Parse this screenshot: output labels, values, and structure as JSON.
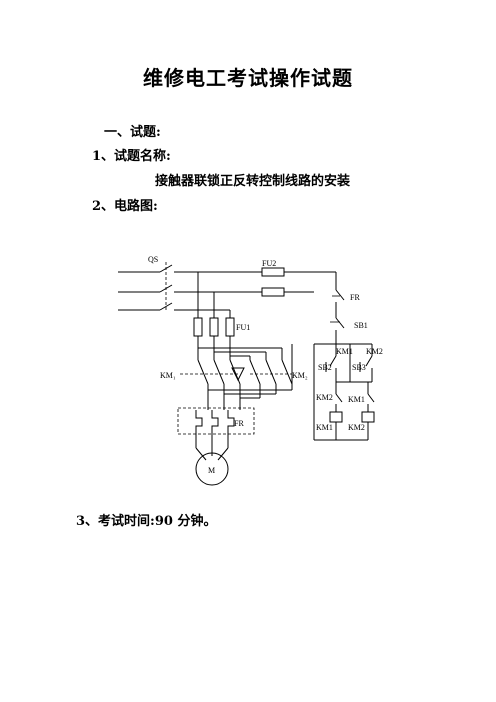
{
  "document": {
    "title": "维修电工考试操作试题",
    "section1": "一、试题:",
    "item1_label": "1、试题名称:",
    "item1_value": "接触器联锁正反转控制线路的安装",
    "item2_label": "2、电路图:",
    "item3": "3、考试时间:90 分钟。"
  },
  "diagram": {
    "labels": {
      "qs": "QS",
      "fu2": "FU2",
      "fr_top": "FR",
      "sb1": "SB1",
      "fu1": "FU1",
      "km1_contact": "KM1",
      "km2_contact": "KM2",
      "sb2": "SB2",
      "sb3": "SB3",
      "km_left": "KM₁",
      "km_right": "KM₂",
      "km2_inter": "KM2",
      "km1_inter": "KM1",
      "fr_box": "FR",
      "km1_coil": "KM1",
      "km2_coil": "KM2",
      "motor": "M"
    }
  }
}
